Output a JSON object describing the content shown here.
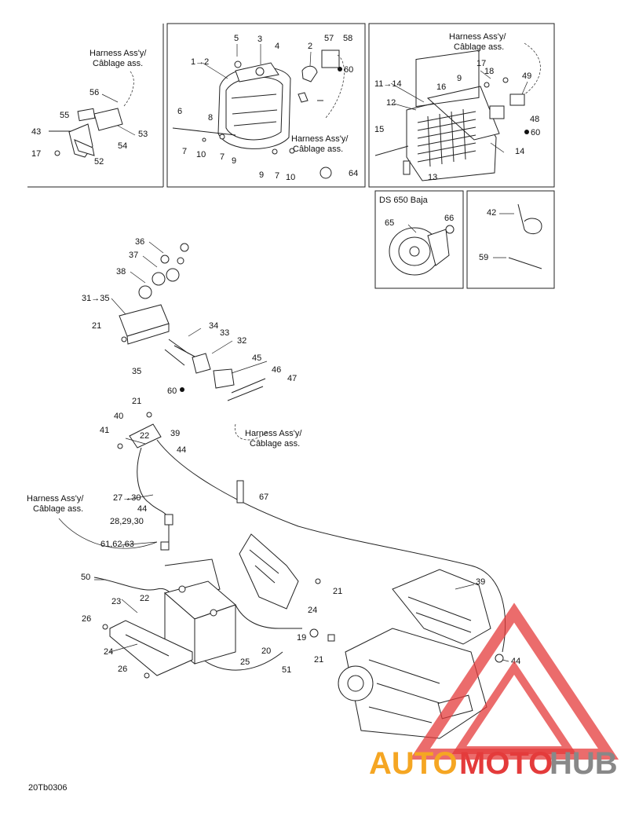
{
  "harness_label": "Harness Ass'y/",
  "harness_label_fr": "Câblage ass.",
  "inset_title": "DS 650 Baja",
  "doc_code": "20Tb0306",
  "watermark": {
    "auto": "AUTO",
    "moto": "MOTO",
    "hub": "HUB",
    "color_red": "#e43b3b",
    "color_orange": "#f5a623",
    "color_grey": "#888888"
  },
  "callouts": {
    "c1": "1→2",
    "c2": "2",
    "c3": "3",
    "c4": "4",
    "c5": "5",
    "c6": "6",
    "c7a": "7",
    "c7b": "7",
    "c7c": "7",
    "c8": "8",
    "c9a": "9",
    "c9b": "9",
    "c9c": "9",
    "c10a": "10",
    "c10b": "10",
    "c57": "57",
    "c58": "58",
    "c60a": "60",
    "c64": "64",
    "c11": "11→14",
    "c12": "12",
    "c13": "13",
    "c14": "14",
    "c15": "15",
    "c16": "16",
    "c17a": "17",
    "c18": "18",
    "c49": "49",
    "c48": "48",
    "c60b": "60",
    "c43": "43",
    "c55": "55",
    "c56": "56",
    "c53": "53",
    "c54": "54",
    "c52": "52",
    "c17b": "17",
    "c65": "65",
    "c66": "66",
    "c42": "42",
    "c59": "59",
    "c36": "36",
    "c37": "37",
    "c38": "38",
    "c31": "31→35",
    "c21a": "21",
    "c34": "34",
    "c33": "33",
    "c32": "32",
    "c35": "35",
    "c45": "45",
    "c46": "46",
    "c47": "47",
    "c60c": "60",
    "c21b": "21",
    "c40": "40",
    "c41": "41",
    "c22a": "22",
    "c39a": "39",
    "c44a": "44",
    "c27": "27→30",
    "c44b": "44",
    "c28": "28,29,30",
    "c61": "61,62,63",
    "c67": "67",
    "c50": "50",
    "c22b": "22",
    "c23": "23",
    "c26a": "26",
    "c24a": "24",
    "c26b": "26",
    "c21c": "21",
    "c24b": "24",
    "c39b": "39",
    "c19": "19",
    "c21d": "21",
    "c20": "20",
    "c25": "25",
    "c51": "51",
    "c44c": "44"
  }
}
